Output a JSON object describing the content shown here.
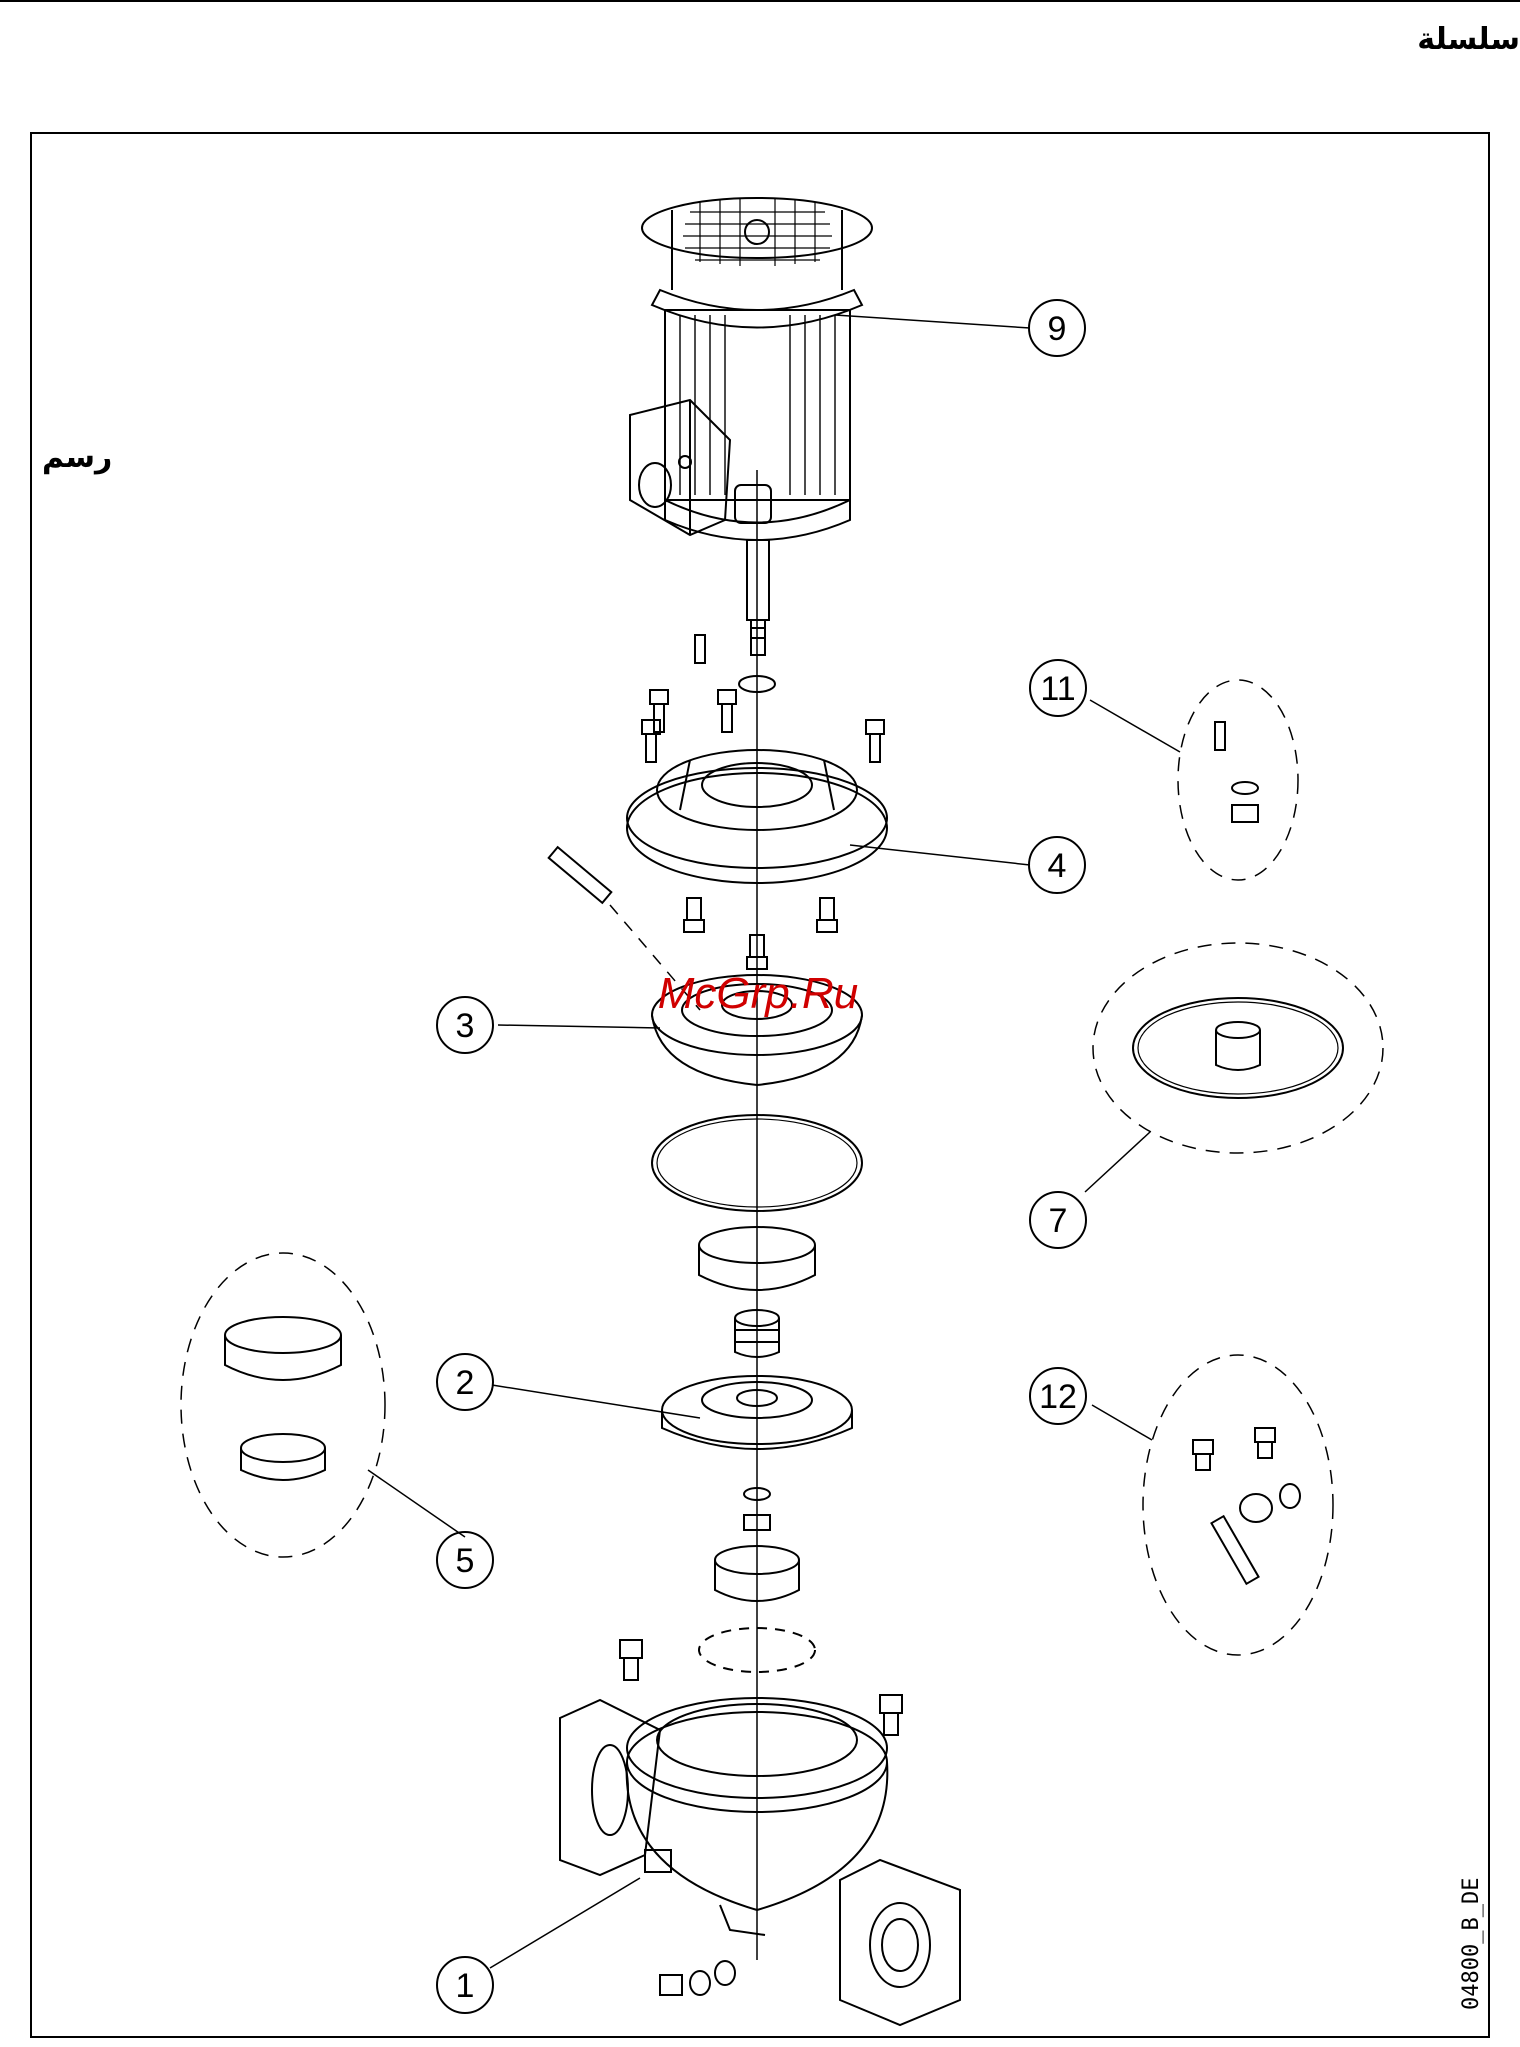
{
  "header": {
    "series_label": "سلسلة"
  },
  "side": {
    "figure_label": "رسم"
  },
  "drawing": {
    "code": "04800_B_DE",
    "watermark": "McGrp.Ru",
    "callouts": [
      {
        "id": "c9",
        "label": "9"
      },
      {
        "id": "c11",
        "label": "11"
      },
      {
        "id": "c4",
        "label": "4"
      },
      {
        "id": "c3",
        "label": "3"
      },
      {
        "id": "c7",
        "label": "7"
      },
      {
        "id": "c2",
        "label": "2"
      },
      {
        "id": "c12",
        "label": "12"
      },
      {
        "id": "c5",
        "label": "5"
      },
      {
        "id": "c1",
        "label": "1"
      }
    ]
  }
}
